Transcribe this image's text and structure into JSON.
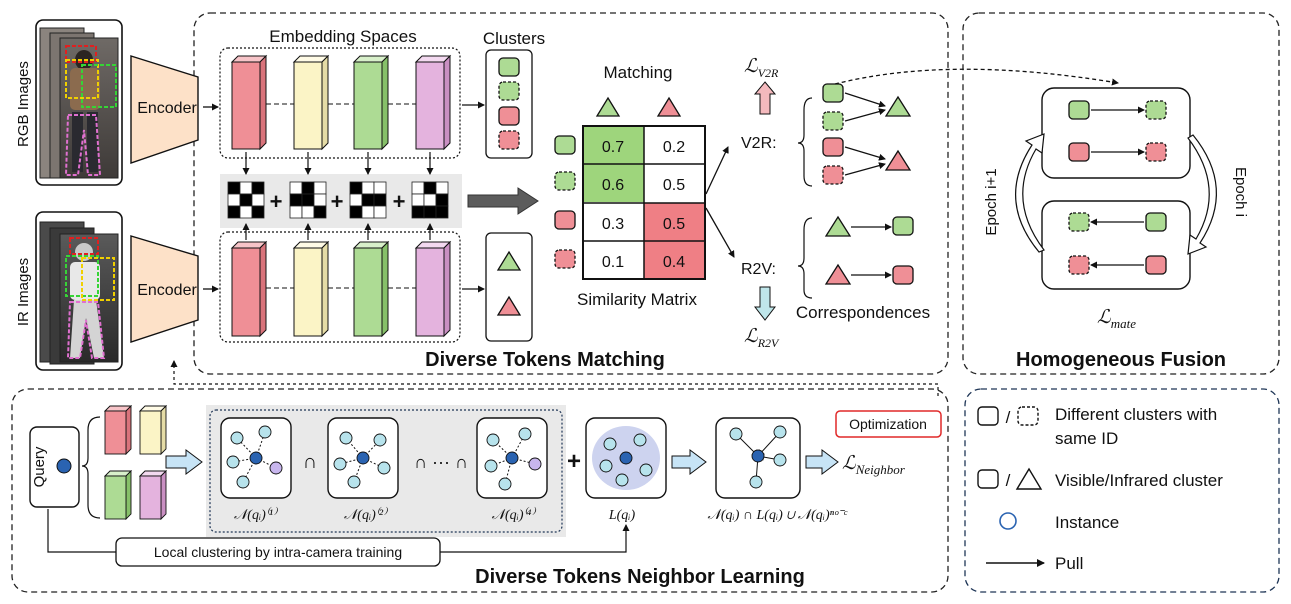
{
  "colors": {
    "red": "#ef8f96",
    "yellow": "#fbf4c6",
    "green": "#addb94",
    "purple": "#e4b3de",
    "encoder": "#fde1c8",
    "match_green": "#9ed57c",
    "match_red": "#ef7f85",
    "teal_node": "#b7e3ec",
    "blue_node": "#2a63b1",
    "lav_node": "#c8b6ee",
    "arrow_blue": "#c7e4f6"
  },
  "left": {
    "rgb_label": "RGB Images",
    "ir_label": "IR Images",
    "encoder_top": "Encoder",
    "encoder_bottom": "Encoder"
  },
  "dtm": {
    "embedding_title": "Embedding Spaces",
    "clusters_title": "Clusters",
    "matching_title": "Matching",
    "similarity_label": "Similarity Matrix",
    "section_title": "Diverse Tokens Matching",
    "plus": "+",
    "matrix_values": [
      [
        "0.7",
        "0.2"
      ],
      [
        "0.6",
        "0.5"
      ],
      [
        "0.3",
        "0.5"
      ],
      [
        "0.1",
        "0.4"
      ]
    ],
    "v2r_label": "V2R:",
    "r2v_label": "R2V:",
    "loss_v2r_main": "ℒ",
    "loss_v2r_sub": "V2R",
    "loss_r2v_main": "ℒ",
    "loss_r2v_sub": "R2V",
    "correspondences_label": "Correspondences"
  },
  "hf": {
    "section_title": "Homogeneous Fusion",
    "epoch_left": "Epoch i+1",
    "epoch_right": "Epoch i",
    "loss_main": "ℒ",
    "loss_sub": "mate"
  },
  "dtnl": {
    "section_title": "Diverse Tokens Neighbor Learning",
    "query_label": "Query",
    "local_clustering": "Local clustering by intra-camera training",
    "optimization": "Optimization",
    "cap1": "𝒩(qᵢ)⁽¹⁾",
    "cap2": "𝒩(qᵢ)⁽²⁾",
    "cap4": "𝒩(qᵢ)⁽⁴⁾",
    "cap_l": "L(qᵢ)",
    "cap_final": "𝒩(qᵢ) ∩ L(qᵢ) ∪ 𝒩(qᵢ)ⁿᵒ⁻ᶜ",
    "intersect": "∩",
    "intersect_dots": "∩ ··· ∩",
    "plus": "+",
    "loss_main": "ℒ",
    "loss_sub": "Neighbor"
  },
  "legend": {
    "slash": "/",
    "item1_line1": "Different clusters with",
    "item1_line2": "same ID",
    "item2": "Visible/Infrared cluster",
    "item3": "Instance",
    "item4": "Pull"
  }
}
